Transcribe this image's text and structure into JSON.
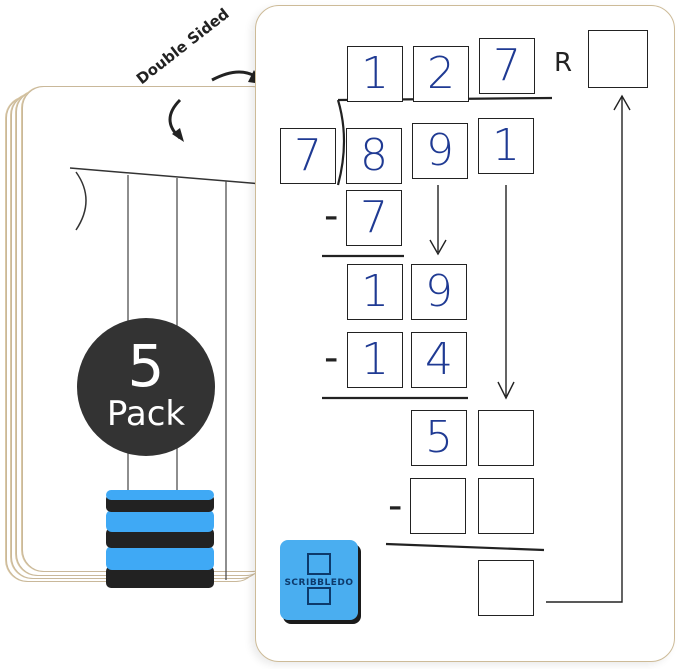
{
  "badge": {
    "number": "5",
    "word": "Pack"
  },
  "caption": {
    "double_sided": "Double Sided"
  },
  "problem": {
    "quotient": [
      "1",
      "2",
      "7"
    ],
    "remainder_label": "R",
    "divisor": "7",
    "dividend": [
      "8",
      "9",
      "1"
    ],
    "step1_subtract": "7",
    "step2_carry": [
      "1",
      "9"
    ],
    "step2_subtract": [
      "1",
      "4"
    ],
    "step3_carry": "5"
  },
  "eraser": {
    "brand": "SCRIBBLEDO"
  },
  "colors": {
    "digit_ink": "#1f3a93",
    "eraser_blue": "#3fa9f5",
    "badge_bg": "#333333"
  }
}
